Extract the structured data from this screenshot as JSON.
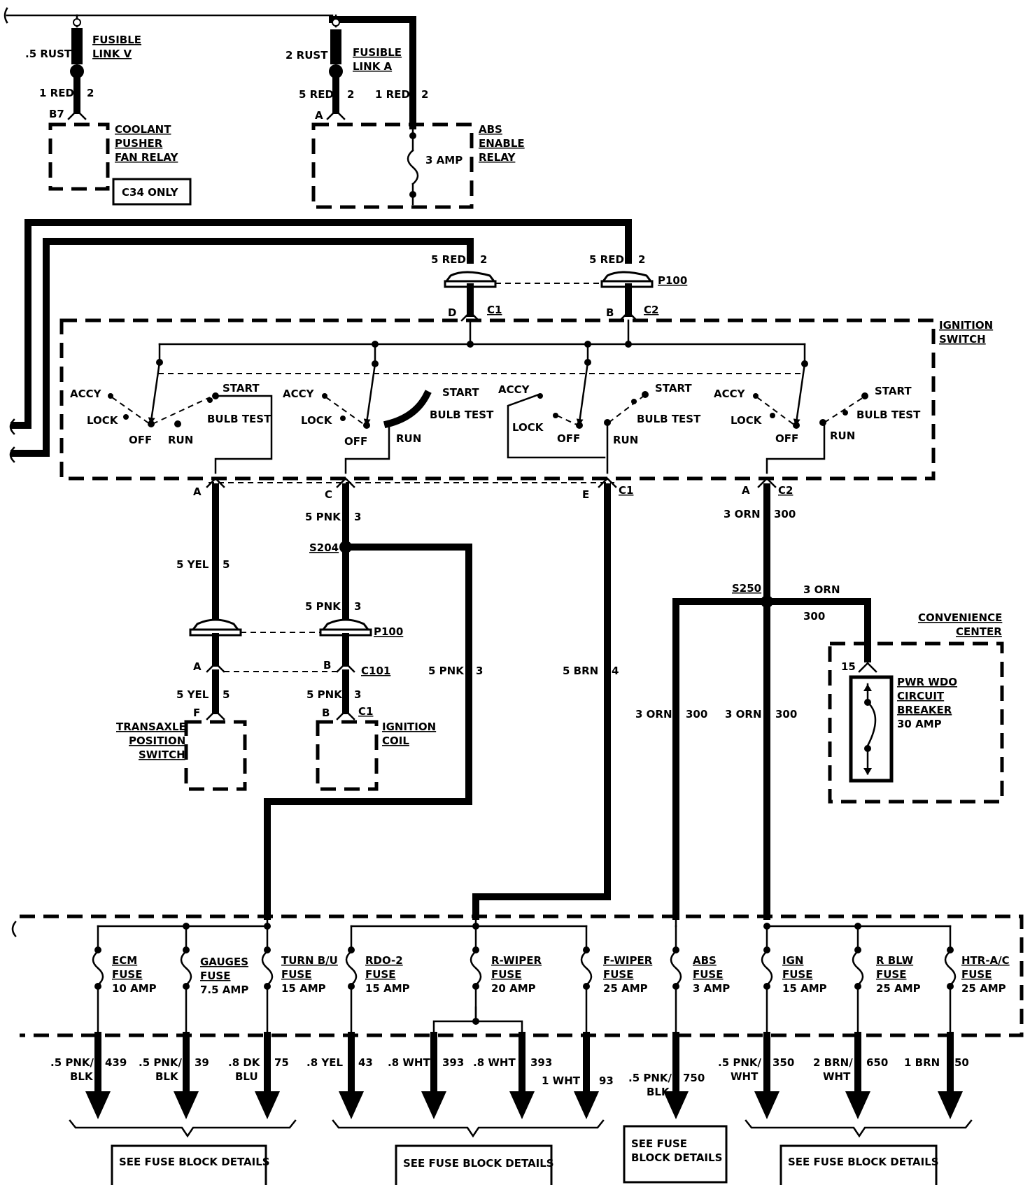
{
  "top": {
    "fusible_link_v": {
      "wire": ".5 RUST",
      "name_line1": "FUSIBLE",
      "name_line2": "LINK V",
      "out_wire": "1 RED",
      "out_circuit": "2",
      "pin": "B7"
    },
    "coolant_relay": {
      "line1": "COOLANT",
      "line2": "PUSHER",
      "line3": "FAN RELAY",
      "note": "C34 ONLY"
    },
    "fusible_link_a": {
      "wire": "2 RUST",
      "name_line1": "FUSIBLE",
      "name_line2": "LINK A",
      "out_wire": "5 RED",
      "out_circuit": "2",
      "pin": "A",
      "right_wire": "1 RED",
      "right_circuit": "2"
    },
    "abs_relay": {
      "line1": "ABS",
      "line2": "ENABLE",
      "line3": "RELAY",
      "fuse": "3 AMP"
    }
  },
  "p100_top": {
    "left_wire": "5 RED",
    "left_circuit": "2",
    "right_wire": "5 RED",
    "right_circuit": "2",
    "connector": "P100",
    "left_pin": "D",
    "left_conn": "C1",
    "right_pin": "B",
    "right_conn": "C2"
  },
  "ignition_switch": {
    "title1": "IGNITION",
    "title2": "SWITCH",
    "sections": [
      {
        "accy": "ACCY",
        "lock": "LOCK",
        "off": "OFF",
        "run": "RUN",
        "start": "START",
        "bulb": "BULB TEST"
      },
      {
        "accy": "ACCY",
        "lock": "LOCK",
        "off": "OFF",
        "run": "RUN",
        "start": "START",
        "bulb": "BULB TEST"
      },
      {
        "accy": "ACCY",
        "lock": "LOCK",
        "off": "OFF",
        "run": "RUN",
        "start": "START",
        "bulb": "BULB TEST"
      },
      {
        "accy": "ACCY",
        "lock": "LOCK",
        "off": "OFF",
        "run": "RUN",
        "start": "START",
        "bulb": "BULB TEST"
      }
    ],
    "out_pins": {
      "a": "A",
      "c": "C",
      "e": "E",
      "c1": "C1",
      "a2": "A",
      "c2": "C2"
    }
  },
  "circuits": {
    "yel_wire": "5 YEL",
    "yel_circuit": "5",
    "pnk_wire": "5 PNK",
    "pnk_circuit": "3",
    "splice_s204": "S204",
    "p100_mid": "P100",
    "c101": "C101",
    "pin_a": "A",
    "pin_b": "B",
    "pin_f": "F",
    "pin_b2": "B",
    "conn_c1": "C1",
    "transaxle_line1": "TRANSAXLE",
    "transaxle_line2": "POSITION",
    "transaxle_line3": "SWITCH",
    "coil_line1": "IGNITION",
    "coil_line2": "COIL",
    "brn_wire": "5 BRN",
    "brn_circuit": "4",
    "orn_wire": "3 ORN",
    "orn_circuit": "300",
    "splice_s250": "S250"
  },
  "convenience_center": {
    "title1": "CONVENIENCE",
    "title2": "CENTER",
    "pin": "15",
    "line1": "PWR WDO",
    "line2": "CIRCUIT",
    "line3": "BREAKER",
    "line4": "30 AMP"
  },
  "fuses": [
    {
      "n1": "ECM",
      "n2": "FUSE",
      "n3": "10 AMP"
    },
    {
      "n1": "GAUGES",
      "n2": "FUSE",
      "n3": "7.5 AMP"
    },
    {
      "n1": "TURN B/U",
      "n2": "FUSE",
      "n3": "15 AMP"
    },
    {
      "n1": "RDO-2",
      "n2": "FUSE",
      "n3": "15 AMP"
    },
    {
      "n1": "R-WIPER",
      "n2": "FUSE",
      "n3": "20 AMP"
    },
    {
      "n1": "F-WIPER",
      "n2": "FUSE",
      "n3": "25 AMP"
    },
    {
      "n1": "ABS",
      "n2": "FUSE",
      "n3": "3 AMP"
    },
    {
      "n1": "IGN",
      "n2": "FUSE",
      "n3": "15 AMP"
    },
    {
      "n1": "R BLW",
      "n2": "FUSE",
      "n3": "25 AMP"
    },
    {
      "n1": "HTR-A/C",
      "n2": "FUSE",
      "n3": "25 AMP"
    }
  ],
  "outputs": [
    {
      "w1": ".5 PNK/",
      "w2": "BLK",
      "c": "439"
    },
    {
      "w1": ".5 PNK/",
      "w2": "BLK",
      "c": "39"
    },
    {
      "w1": ".8 DK",
      "w2": "BLU",
      "c": "75"
    },
    {
      "w1": ".8 YEL",
      "w2": "",
      "c": "43"
    },
    {
      "w1": ".8 WHT",
      "w2": "",
      "c": "393"
    },
    {
      "w1": ".8 WHT",
      "w2": "",
      "c": "393"
    },
    {
      "w1": "1 WHT",
      "w2": "",
      "c": "93"
    },
    {
      "w1": ".5 PNK/",
      "w2": "BLK",
      "c": "750"
    },
    {
      "w1": ".5 PNK/",
      "w2": "WHT",
      "c": "350"
    },
    {
      "w1": "2 BRN/",
      "w2": "WHT",
      "c": "650"
    },
    {
      "w1": "1 BRN",
      "w2": "",
      "c": "50"
    }
  ],
  "details": {
    "box1": "SEE FUSE BLOCK DETAILS",
    "box2": "SEE FUSE BLOCK DETAILS",
    "box3_line1": "SEE FUSE",
    "box3_line2": "BLOCK DETAILS",
    "box4": "SEE FUSE BLOCK DETAILS"
  }
}
